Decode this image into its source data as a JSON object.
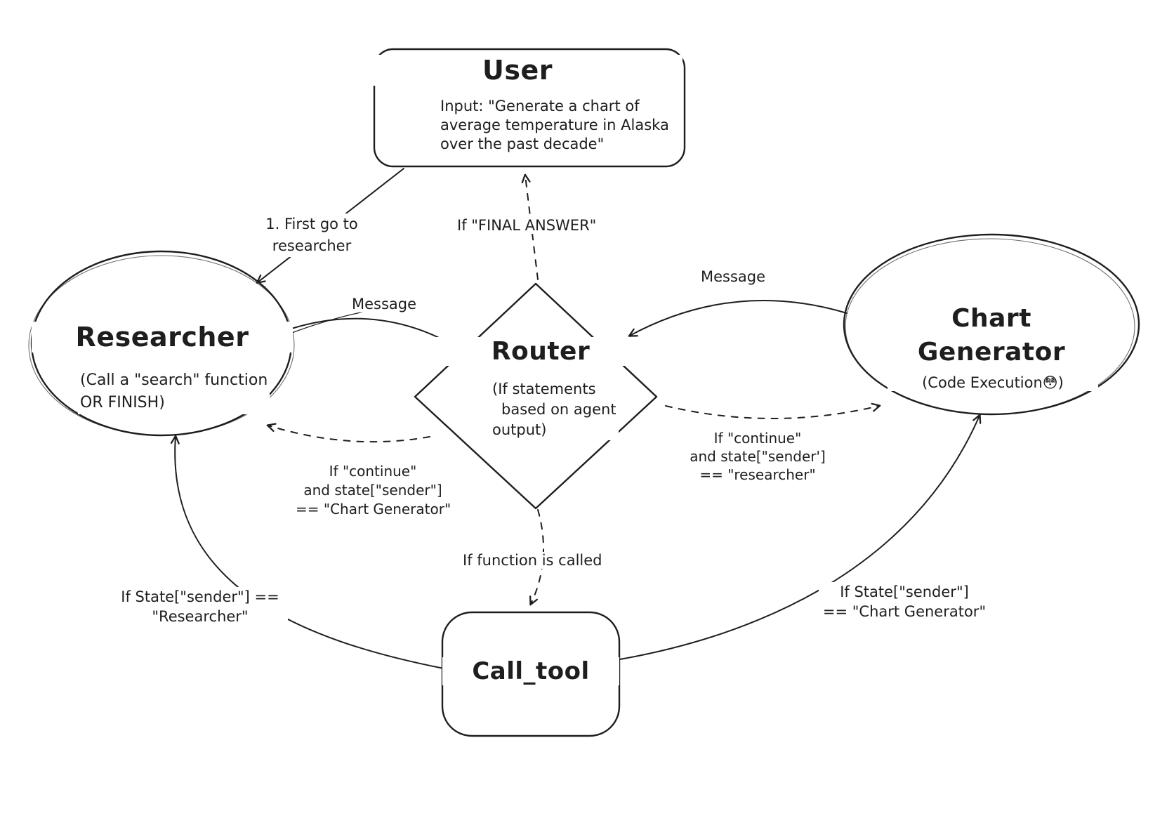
{
  "nodes": {
    "user": {
      "title": "User",
      "body_lines": [
        "Input: \"Generate a chart of",
        "average temperature in Alaska",
        "over the past decade\""
      ]
    },
    "researcher": {
      "title": "Researcher",
      "subtitle_lines": [
        "(Call a \"search\" function",
        "OR FINISH)"
      ]
    },
    "router": {
      "title": "Router",
      "subtitle_lines": [
        "(If statements",
        "based on agent",
        "output)"
      ]
    },
    "chart_generator": {
      "title_lines": [
        "Chart",
        "Generator"
      ],
      "subtitle": "(Code Execution😳)"
    },
    "call_tool": {
      "title": "Call_tool"
    }
  },
  "edge_labels": {
    "first_go_lines": [
      "1. First go to",
      "researcher"
    ],
    "final_answer": "If \"FINAL ANSWER\"",
    "message_left": "Message",
    "message_right": "Message",
    "to_chart_generator_lines": [
      "If \"continue\"",
      "and state[\"sender']",
      "== \"researcher\""
    ],
    "to_researcher_lines": [
      "If \"continue\"",
      "and state[\"sender\"]",
      "== \"Chart Generator\""
    ],
    "function_called": "If function is called",
    "calltool_to_researcher_lines": [
      "If State[\"sender\"] ==",
      "\"Researcher\""
    ],
    "calltool_to_chart_generator_lines": [
      "If State[\"sender\"]",
      "== \"Chart Generator\""
    ]
  },
  "colors": {
    "stroke": "#1e1e1e",
    "background": "#ffffff"
  }
}
